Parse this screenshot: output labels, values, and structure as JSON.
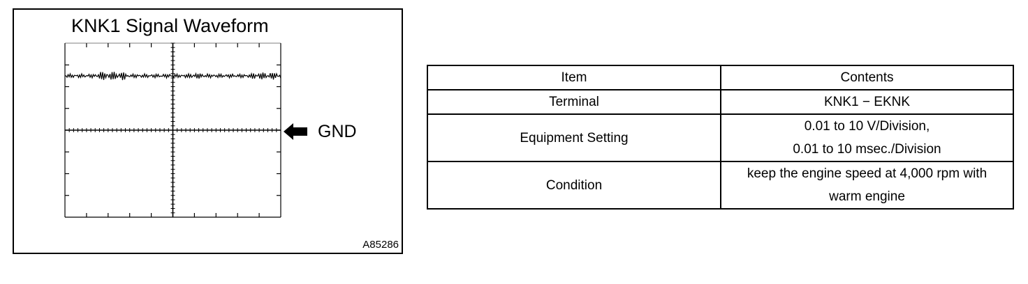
{
  "figure": {
    "title": "KNK1 Signal Waveform",
    "gnd_label": "GND",
    "figure_id": "A85286"
  },
  "table": {
    "headers": [
      "Item",
      "Contents"
    ],
    "rows": [
      {
        "item": "Terminal",
        "contents": [
          "KNK1 − EKNK"
        ]
      },
      {
        "item": "Equipment Setting",
        "contents": [
          "0.01 to 10 V/Division,",
          "0.01 to 10 msec./Division"
        ]
      },
      {
        "item": "Condition",
        "contents": [
          "keep the engine speed at 4,000 rpm with",
          "warm engine"
        ]
      }
    ]
  }
}
